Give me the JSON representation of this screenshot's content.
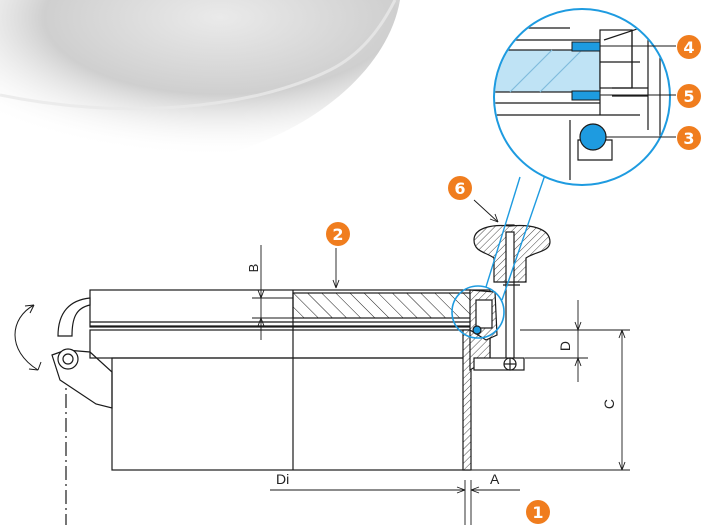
{
  "dimensions": {
    "b": "B",
    "d": "D",
    "c": "C",
    "di": "Di",
    "a": "A"
  },
  "callouts": {
    "c1": "1",
    "c2": "2",
    "c3": "3",
    "c4": "4",
    "c5": "5",
    "c6": "6"
  },
  "colors": {
    "callout": "#f07d1e",
    "seal_blue": "#1e9be0",
    "glass_blue": "#bfe3f5",
    "line": "#1a1a1a",
    "metal": "#c9c9c9"
  }
}
